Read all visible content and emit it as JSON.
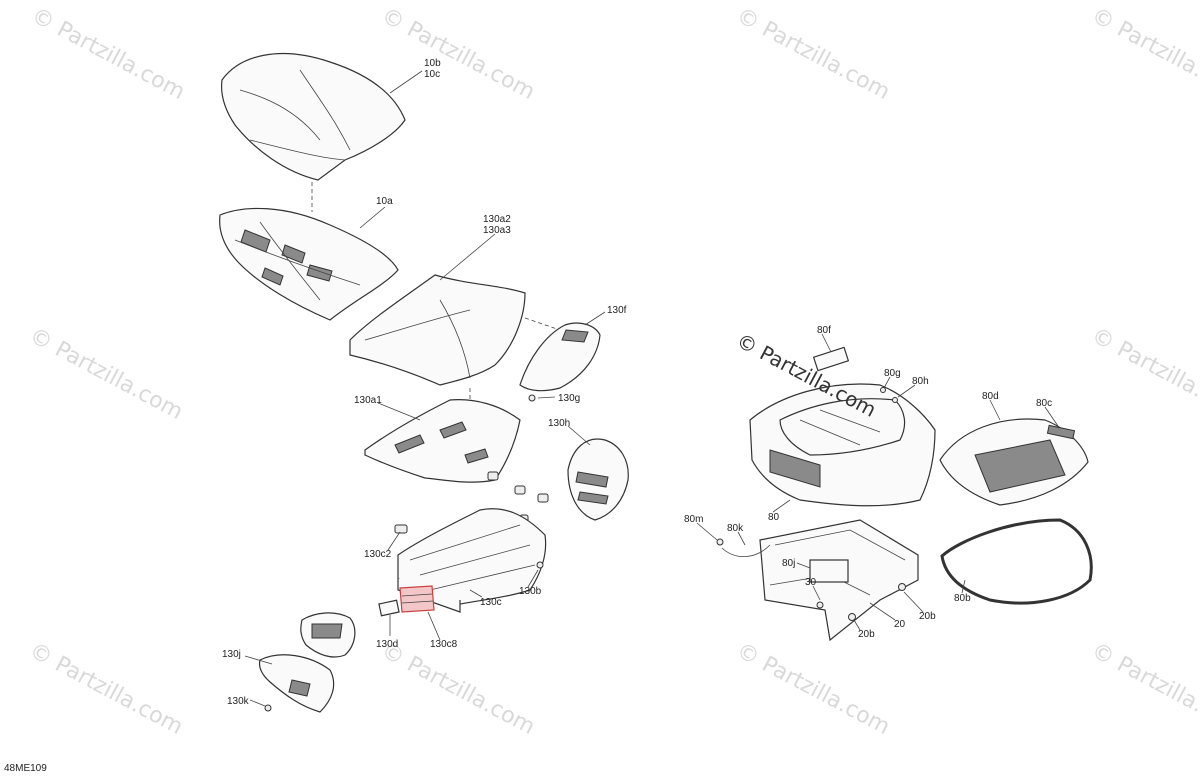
{
  "watermark": {
    "text": "© Partzilla.com",
    "center_text": "© Partzilla.com"
  },
  "drawing_code": "48ME109",
  "labels": {
    "l10b": "10b",
    "l10c": "10c",
    "l10a": "10a",
    "l130a2": "130a2",
    "l130a3": "130a3",
    "l130f": "130f",
    "l130g": "130g",
    "l130a1": "130a1",
    "l130h": "130h",
    "l130c2": "130c2",
    "l130b": "130b",
    "l130c": "130c",
    "l130d": "130d",
    "l130c8": "130c8",
    "l130j": "130j",
    "l130k": "130k",
    "l80f": "80f",
    "l80g": "80g",
    "l80h": "80h",
    "l80d": "80d",
    "l80c": "80c",
    "l80": "80",
    "l80m": "80m",
    "l80k": "80k",
    "l80j": "80j",
    "l30": "30",
    "l20b1": "20b",
    "l20": "20",
    "l20b2": "20b",
    "l80b": "80b"
  }
}
